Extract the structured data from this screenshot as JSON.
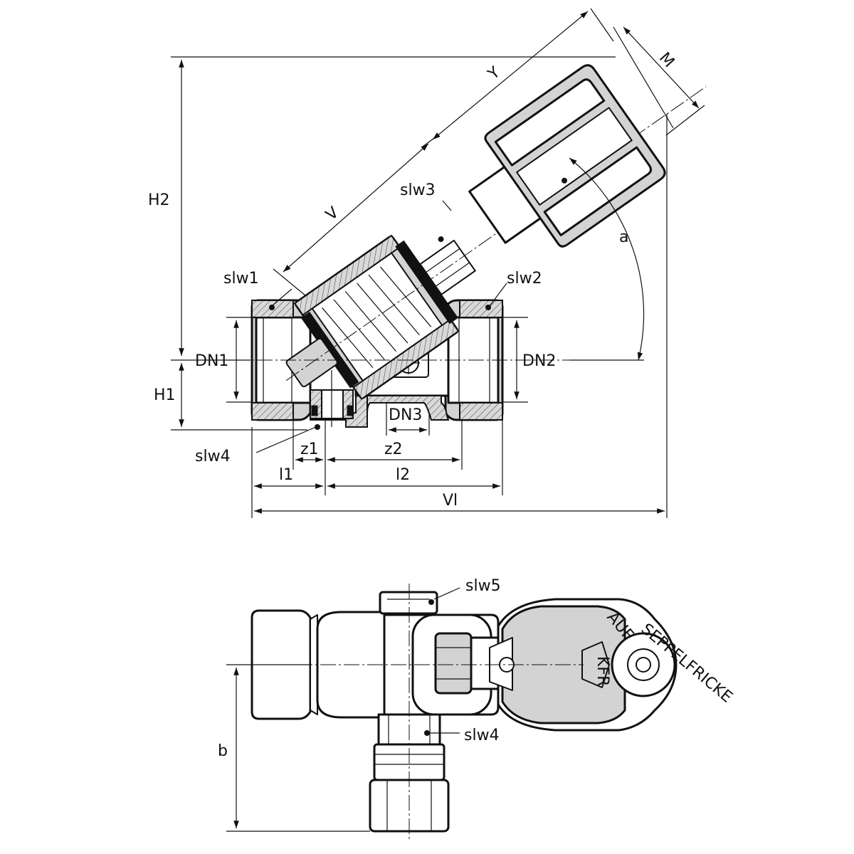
{
  "labels": {
    "H2": "H2",
    "H1": "H1",
    "DN1": "DN1",
    "DN2": "DN2",
    "DN3": "DN3",
    "slw1": "slw1",
    "slw2": "slw2",
    "slw3": "slw3",
    "slw4": "slw4",
    "slw4b": "slw4",
    "slw5": "slw5",
    "V": "V",
    "Y": "Y",
    "M": "M",
    "a": "a",
    "z1": "z1",
    "z2": "z2",
    "l1": "l1",
    "l2": "l2",
    "Vl": "Vl",
    "b": "b"
  },
  "knob_text": {
    "brand": "SEPPELFRICKE",
    "mark": "KFR",
    "arrow_text": "AUF"
  }
}
